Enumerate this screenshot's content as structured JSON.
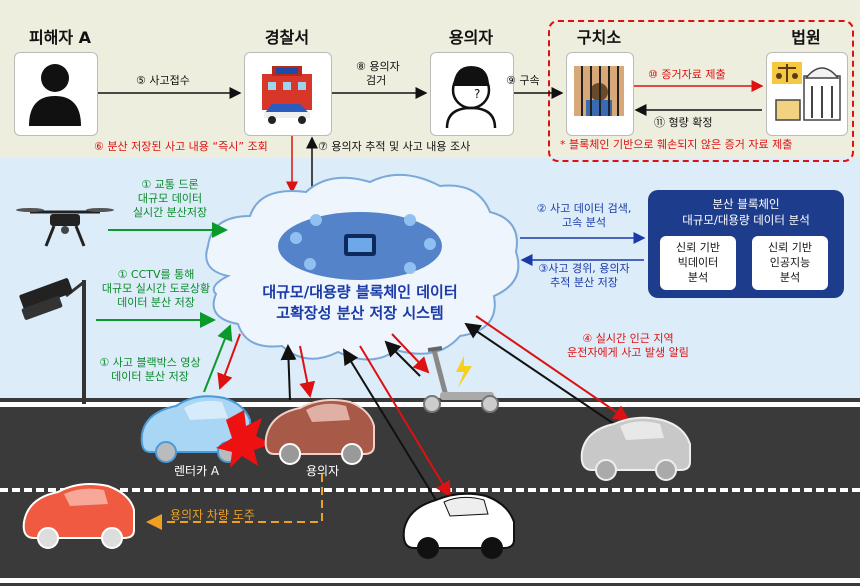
{
  "actors": {
    "victim": "피해자 A",
    "police": "경찰서",
    "suspect": "용의자",
    "jail": "구치소",
    "court": "법원"
  },
  "flow": {
    "report": "⑤ 사고접수",
    "arrest_1": "⑧ 용의자",
    "arrest_2": "검거",
    "detain": "⑨ 구속",
    "evidence_submit": "⑩ 증거자료 제출",
    "sentence": "⑪ 형량 확정",
    "instant_query": "⑥ 분산 저장된 사고 내용 “즉시” 조회",
    "track": "⑦ 용의자 추적 및 사고 내용 조사",
    "blockchain_note": "* 블록체인 기반으로 훼손되지 않은 증거 자료 제출"
  },
  "data_sources": {
    "drone": [
      "① 교통 드론",
      "대규모 데이터",
      "실시간 분산저장"
    ],
    "cctv": [
      "① CCTV를 통해",
      "대규모 실시간 도로상황",
      "데이터 분산 저장"
    ],
    "blackbox": [
      "① 사고 블랙박스 영상",
      "데이터 분산 저장"
    ]
  },
  "cloud": {
    "title_1": "대규모/대용량 블록체인 데이터",
    "title_2": "고확장성 분산 저장 시스템"
  },
  "analysis": {
    "search": [
      "② 사고 데이터 검색,",
      "고속 분석"
    ],
    "store": [
      "③사고 경위, 용의자",
      "추적 분산 저장"
    ],
    "alert": [
      "④ 실시간 인근 지역",
      "운전자에게 사고 발생 알림"
    ]
  },
  "blockchain_panel": {
    "title_1": "분산 블록체인",
    "title_2": "대규모/대용량 데이터 분석",
    "box_1": [
      "신뢰 기반",
      "빅데이터",
      "분석"
    ],
    "box_2": [
      "신뢰 기반",
      "인공지능",
      "분석"
    ]
  },
  "road": {
    "rental_car": "렌터카 A",
    "suspect_car": "용의자",
    "escape": "용의자 차량 도주"
  },
  "colors": {
    "red": "#dd1111",
    "green": "#0a9a2a",
    "blue": "#1a3aa8",
    "navy": "#1d3c8c",
    "orange": "#f0a020"
  }
}
